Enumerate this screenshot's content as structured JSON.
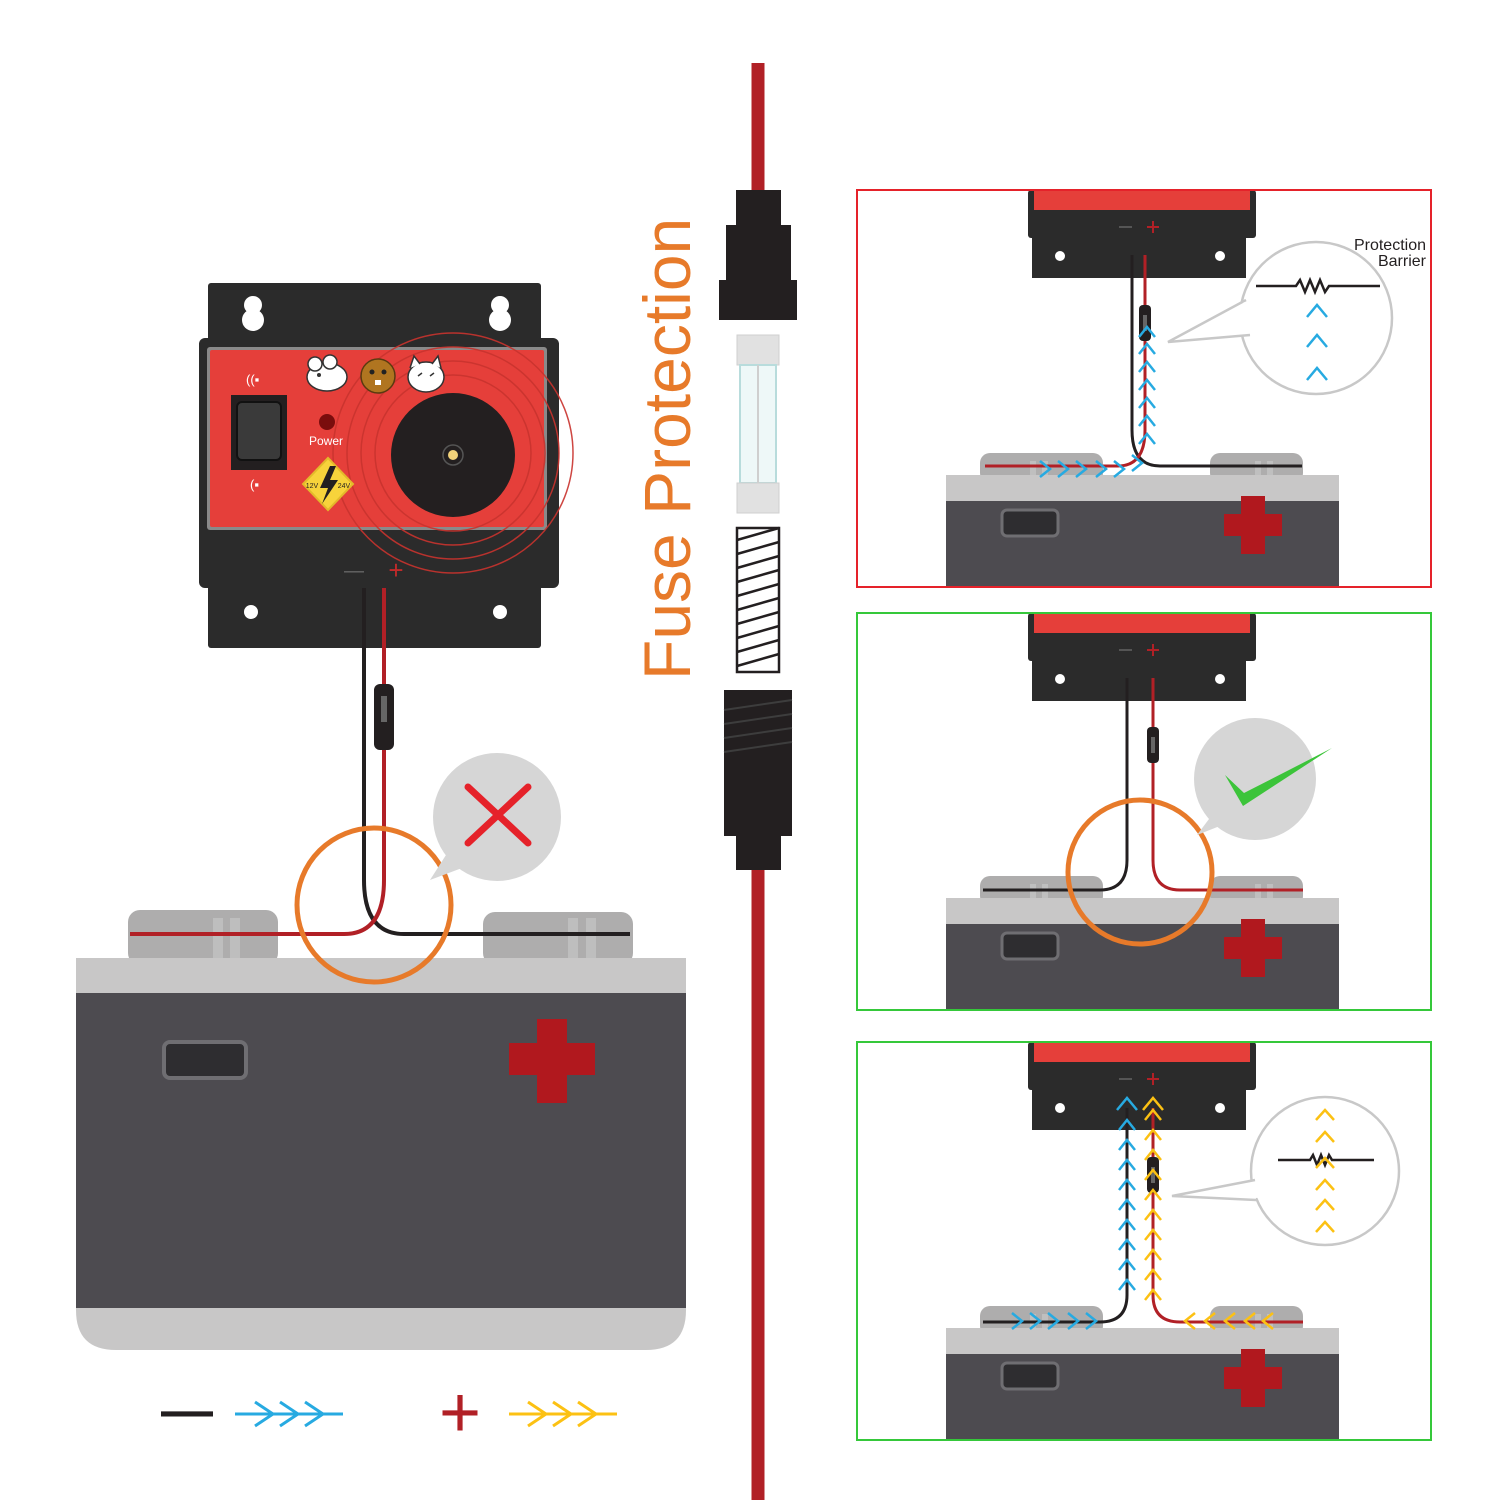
{
  "title": "Fuse Protection",
  "device": {
    "power_label": "Power",
    "voltage_left": "12V",
    "voltage_right": "24V",
    "minus_sign": "—",
    "plus_sign": "+"
  },
  "callout": {
    "protection_line1": "Protection",
    "protection_line2": "Barrier"
  },
  "legend": {
    "negative_symbol": "—",
    "positive_symbol": "+"
  },
  "colors": {
    "title": "#e77a2a",
    "wire_red": "#b12026",
    "wire_black": "#231f20",
    "current_blue": "#27aae1",
    "current_yellow": "#fcc113",
    "panel_wrong_border": "#e5222a",
    "panel_right_border": "#35c83a",
    "check_green": "#3cc43a",
    "cross_red": "#e5222a",
    "device_face": "#e53f3a",
    "battery_body": "#4d4b50",
    "battery_lid": "#c8c7c7"
  }
}
